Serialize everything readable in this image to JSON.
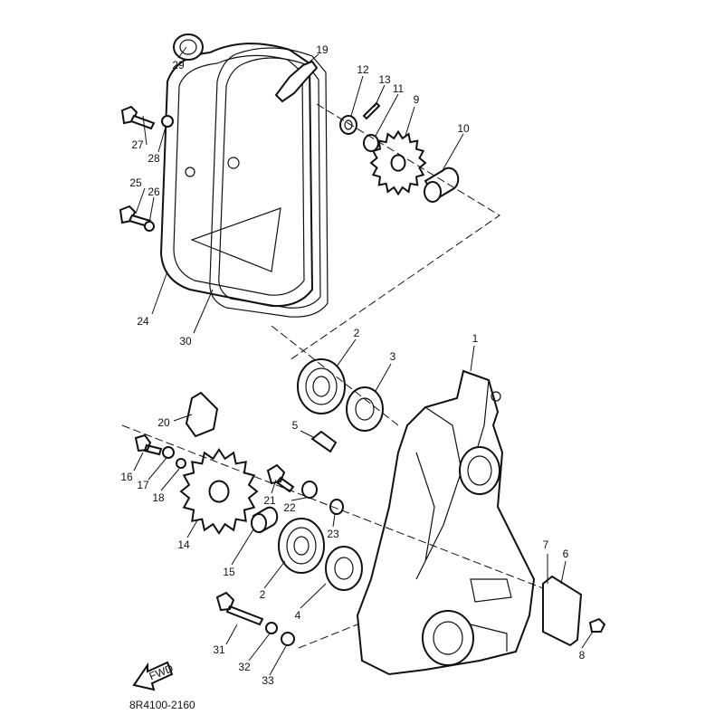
{
  "diagram": {
    "part_code": "8R4100-2160",
    "fwd_label": "FWD",
    "callouts": [
      "1",
      "2",
      "3",
      "4",
      "5",
      "6",
      "7",
      "8",
      "9",
      "10",
      "11",
      "12",
      "13",
      "14",
      "15",
      "16",
      "17",
      "18",
      "19",
      "20",
      "21",
      "22",
      "23",
      "24",
      "25",
      "26",
      "27",
      "28",
      "29",
      "30",
      "31",
      "32",
      "33"
    ],
    "callout_2b": "2"
  }
}
